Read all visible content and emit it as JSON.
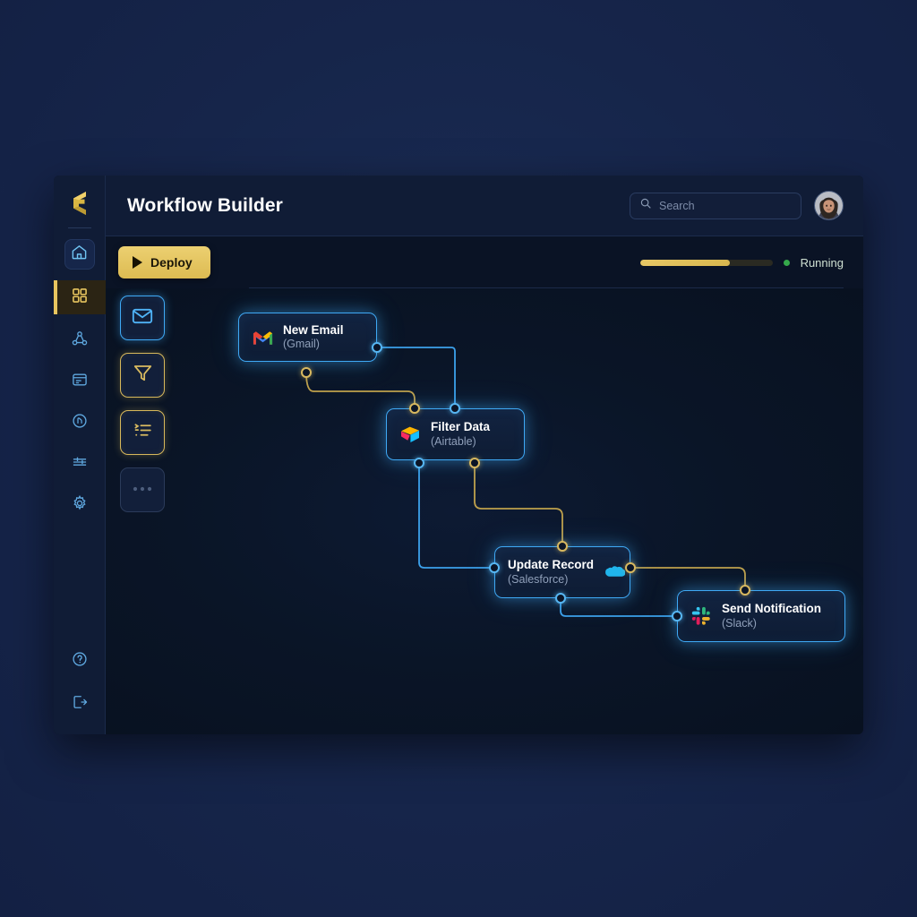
{
  "app": {
    "title": "Workflow Builder",
    "logo_icon": "hexagon-logo-icon"
  },
  "search": {
    "placeholder": "Search",
    "value": "",
    "icon": "search-icon"
  },
  "user": {
    "avatar_icon": "user-avatar"
  },
  "toolbar": {
    "deploy_label": "Deploy",
    "deploy_icon": "play-icon",
    "progress_percent": 68,
    "status_label": "Running",
    "status_color": "#35a94b",
    "accent_color": "#e4c15d"
  },
  "rail": {
    "items": [
      {
        "name": "home",
        "icon": "home-icon",
        "active": false
      },
      {
        "name": "apps",
        "icon": "grid-icon",
        "active": true
      },
      {
        "name": "workflows",
        "icon": "node-graph-icon",
        "active": false
      },
      {
        "name": "records",
        "icon": "card-list-icon",
        "active": false
      },
      {
        "name": "integrations",
        "icon": "circle-n-icon",
        "active": false
      },
      {
        "name": "settings-sliders",
        "icon": "sliders-icon",
        "active": false
      },
      {
        "name": "preferences",
        "icon": "gear-icon",
        "active": false
      }
    ],
    "bottom": [
      {
        "name": "help",
        "icon": "question-circle-icon"
      },
      {
        "name": "logout",
        "icon": "logout-icon"
      }
    ]
  },
  "palette": {
    "tools": [
      {
        "name": "email-trigger",
        "icon": "envelope-icon",
        "style": "blue"
      },
      {
        "name": "filter-step",
        "icon": "funnel-icon",
        "style": "gold"
      },
      {
        "name": "list-step",
        "icon": "list-sort-icon",
        "style": "gold"
      },
      {
        "name": "more-tools",
        "icon": "ellipsis-icon",
        "style": "muted"
      }
    ]
  },
  "canvas": {
    "nodes": [
      {
        "id": "new-email",
        "title": "New Email",
        "subtitle": "(Gmail)",
        "icon": "gmail-icon"
      },
      {
        "id": "filter-data",
        "title": "Filter Data",
        "subtitle": "(Airtable)",
        "icon": "airtable-icon"
      },
      {
        "id": "update-record",
        "title": "Update Record",
        "subtitle": "(Salesforce)",
        "icon": "salesforce-icon"
      },
      {
        "id": "send-notification",
        "title": "Send Notification",
        "subtitle": "(Slack)",
        "icon": "slack-icon"
      }
    ],
    "wire_colors": {
      "blue": "#3fa9f5",
      "gold": "#c9a94e"
    }
  }
}
